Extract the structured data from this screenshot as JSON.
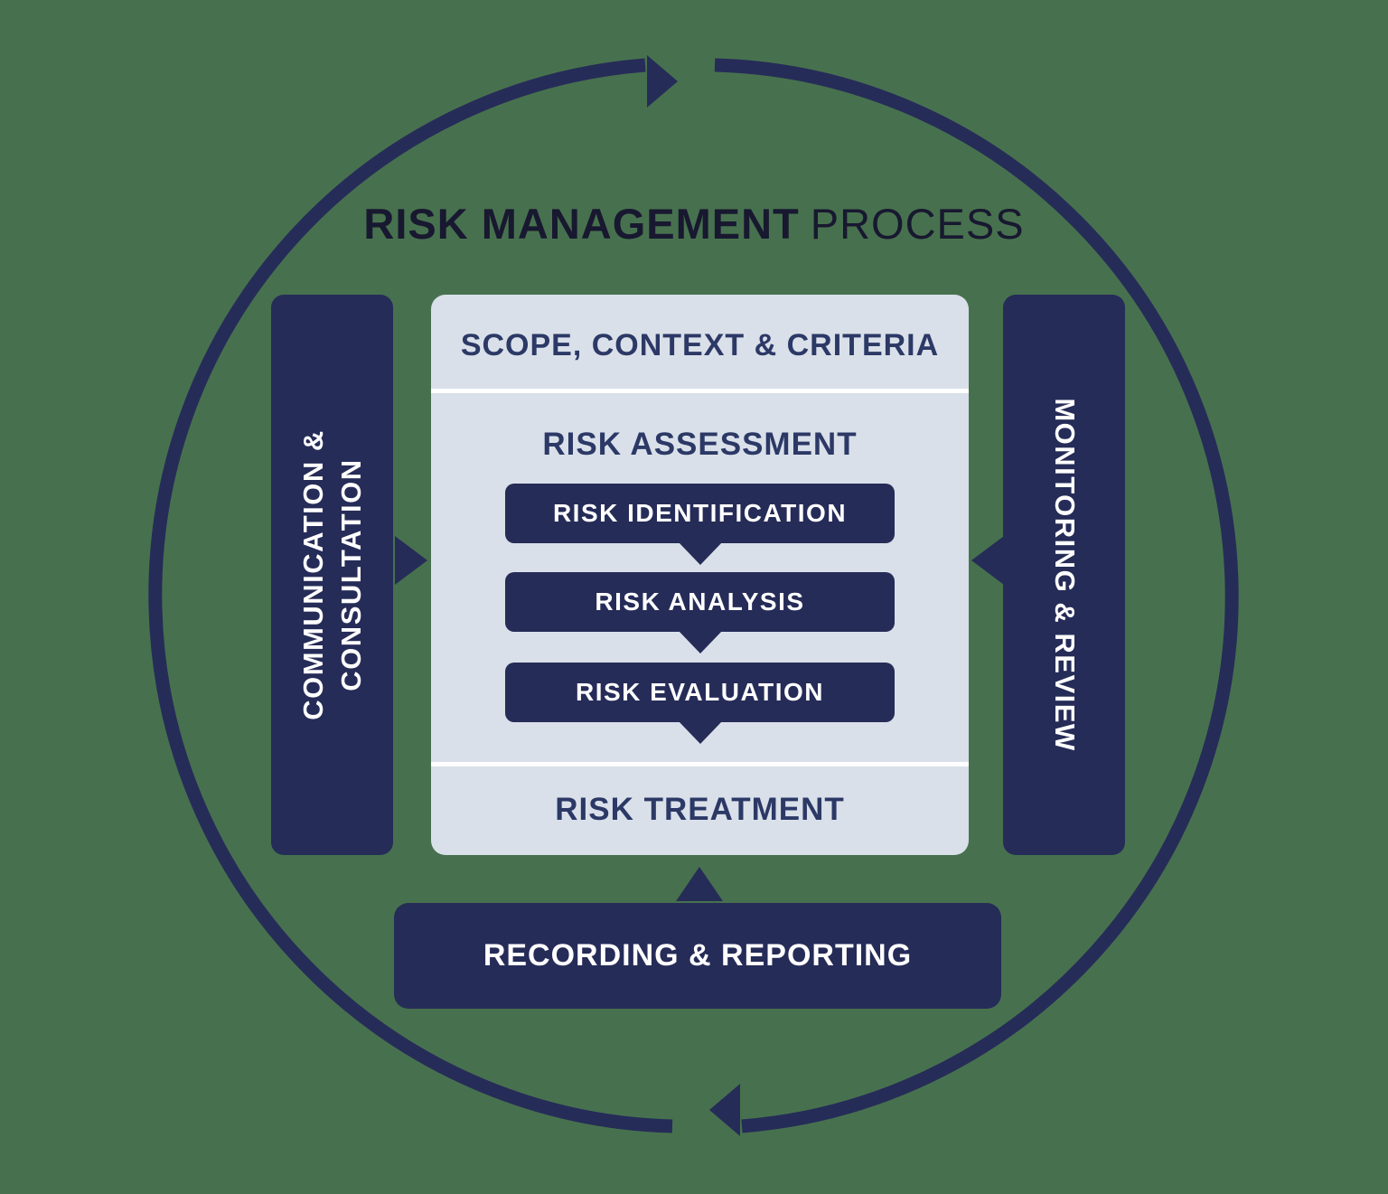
{
  "title": {
    "bold": "RISK MANAGEMENT",
    "light": "PROCESS"
  },
  "left_bar": {
    "line1": "COMMUNICATION &",
    "line2": "CONSULTATION"
  },
  "right_bar": {
    "label": "MONITORING & REVIEW"
  },
  "center_panel": {
    "scope_heading": "SCOPE, CONTEXT & CRITERIA",
    "assessment_heading": "RISK ASSESSMENT",
    "steps": [
      "RISK IDENTIFICATION",
      "RISK ANALYSIS",
      "RISK EVALUATION"
    ],
    "treatment_heading": "RISK TREATMENT"
  },
  "bottom_bar": {
    "label": "RECORDING & REPORTING"
  },
  "colors": {
    "background_green": "#47714e",
    "navy": "#262c58",
    "panel_bg": "#d9e0e9",
    "heading_text": "#2c3966",
    "title_text": "#181830",
    "text_white": "#ffffff"
  }
}
